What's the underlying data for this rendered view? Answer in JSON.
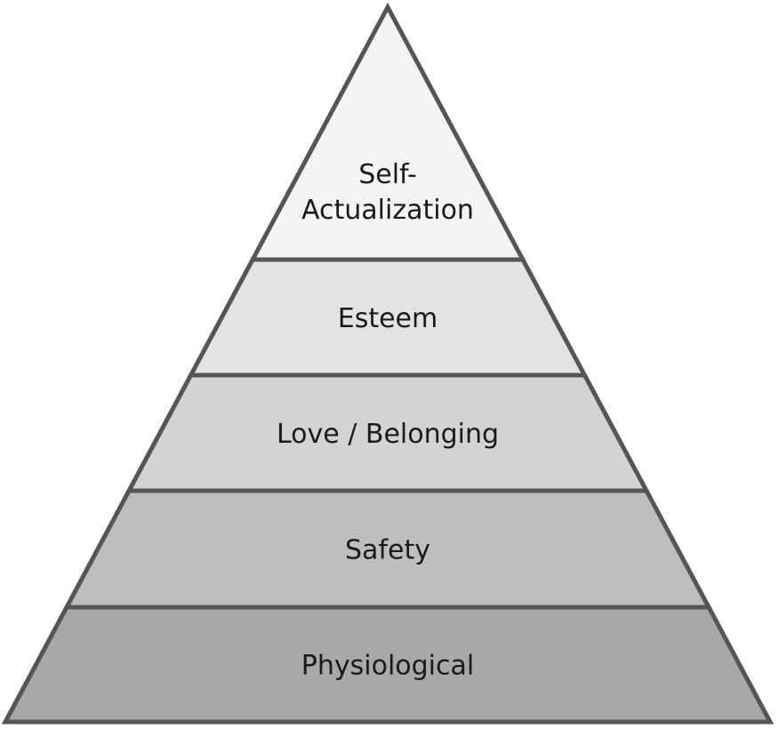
{
  "title_levels": [
    {
      "label": [
        "Self-",
        "Actualization"
      ],
      "fill": "#f3f4f4"
    },
    {
      "label": [
        "Esteem"
      ],
      "fill": "#e2e3e4"
    },
    {
      "label": [
        "Love / Belonging"
      ],
      "fill": "#d2d3d4"
    },
    {
      "label": [
        "Safety"
      ],
      "fill": "#bdbebf"
    },
    {
      "label": [
        "Physiological"
      ],
      "fill": "#a7a8a9"
    }
  ],
  "stroke_color": "#555555"
}
